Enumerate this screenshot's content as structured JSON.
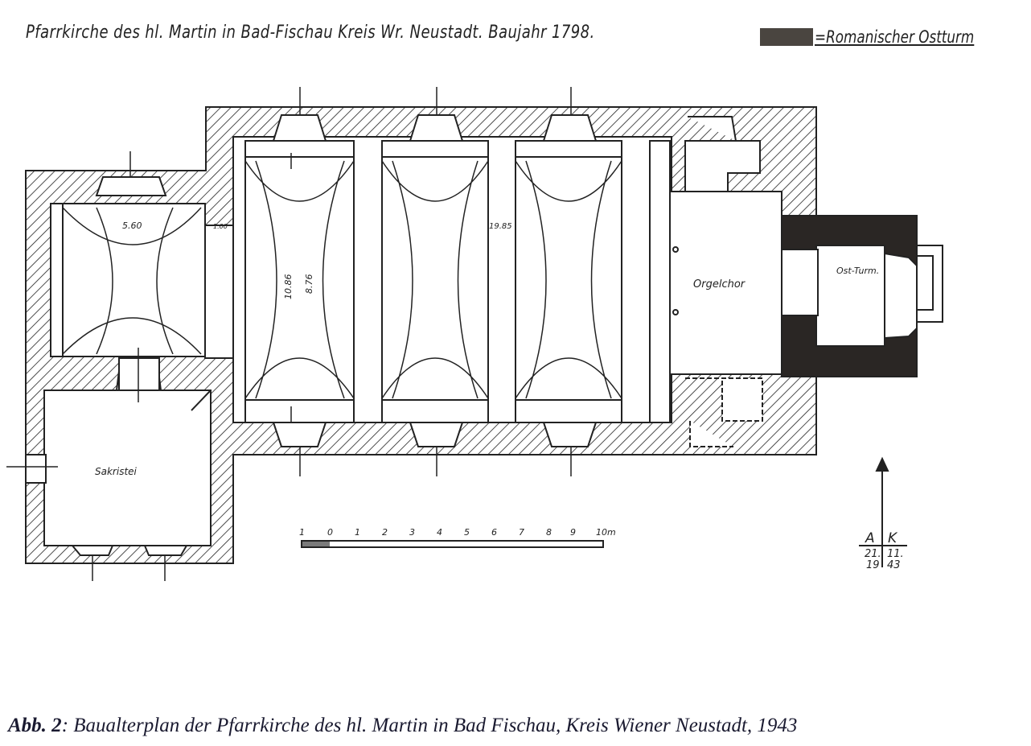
{
  "header": {
    "title": "Pfarrkirche des hl. Martin in Bad-Fischau Kreis Wr. Neustadt. Baujahr 1798.",
    "legend_label": "=Romanischer Ostturm",
    "legend_color": "#4a4540"
  },
  "plan": {
    "rooms": {
      "sacristy": "Sakristei",
      "organ_loft": "Orgelchor",
      "east_tower": "Ost-Turm."
    },
    "dimensions": {
      "west_bay_width": "5.60",
      "wall_thickness": "1.00",
      "nave_width_outer": "10.86",
      "nave_width_inner": "8.76",
      "nave_length": "19.85"
    }
  },
  "scale_bar": {
    "labels": [
      "1",
      "0",
      "1",
      "2",
      "3",
      "4",
      "5",
      "6",
      "7",
      "8",
      "9",
      "10m"
    ]
  },
  "signature": {
    "initials": [
      "A",
      "K"
    ],
    "date_left": [
      "21.",
      "19"
    ],
    "date_right": [
      "11.",
      "43"
    ]
  },
  "caption": {
    "prefix": "Abb. 2",
    "text": ": Baualterplan der Pfarrkirche des hl. Martin in Bad Fischau, Kreis Wiener Neustadt, 1943"
  }
}
